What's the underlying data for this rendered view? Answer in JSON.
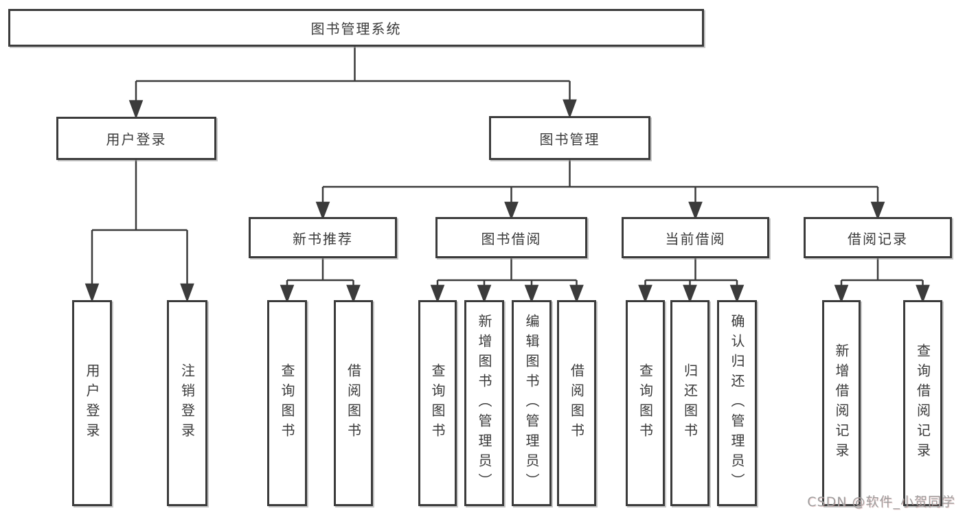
{
  "nodes": {
    "root": "图书管理系统",
    "user_login": "用户登录",
    "book_mgmt": "图书管理",
    "new_book": "新书推荐",
    "book_borrow": "图书借阅",
    "current_borrow": "当前借阅",
    "borrow_records": "借阅记录",
    "ul_login": "用户登录",
    "ul_logout": "注销登录",
    "nb_query": "查询图书",
    "nb_borrow": "借阅图书",
    "bb_query": "查询图书",
    "bb_add": "新增图书（管理员）",
    "bb_edit": "编辑图书（管理员）",
    "bb_borrow": "借阅图书",
    "cb_query": "查询图书",
    "cb_return": "归还图书",
    "cb_confirm": "确认归还（管理员）",
    "br_add": "新增借阅记录",
    "br_query": "查询借阅记录"
  },
  "watermark": {
    "text": "CSDN @软件_小贺同学"
  },
  "colors": {
    "line": "#3b3b3b",
    "text": "#3a3a3a",
    "background": "#ffffff",
    "watermark": "#9e9e9e"
  }
}
